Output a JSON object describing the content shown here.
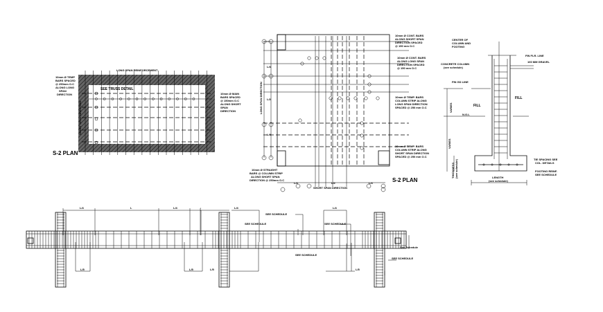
{
  "plan_left": {
    "title": "S-2 PLAN",
    "top_note": "LONG SPAN REINFORCEMENT",
    "truss_note": "SEE TRUSS DETAIL",
    "left_note": [
      "10mm Ø TEMP",
      "BARS SPACED",
      "@ 250mm O.C",
      "ALONG LONG",
      "SPAN",
      "DIRECTION"
    ],
    "right_note": [
      "10mm Ø MAIN",
      "BARS SPACED",
      "@ 150mm O.C",
      "ALONG SHORT",
      "SPAN",
      "DIRECTION"
    ],
    "side_note": "SHORT SPAN DIRECTION"
  },
  "plan_right": {
    "title": "S-2 PLAN",
    "notes": [
      [
        "10mm Ø CONT. BARS",
        "ALONG SHORT SPAN",
        "DIRECTION SPACED",
        "@ 150 mm O.C"
      ],
      [
        "10mm Ø CONT. BARS",
        "ALONG LONG SPAN",
        "DIRECTION SPACED",
        "@ 150 mm O.C"
      ],
      [
        "10mm Ø TEMP. BARS",
        "COLUMN STRIP ALONG",
        "LONG SPAN DIRECTION",
        "SPACED @ 250 mm O.C"
      ],
      [
        "10mm Ø TEMP. BARS",
        "COLUMN STRIP ALONG",
        "SHORT SPAN DIRECTION",
        "SPACED @ 250 mm O.C"
      ]
    ],
    "bottom_note": [
      "10mm Ø STRAIGHT",
      "BARS @ COLUMN STRIP",
      "ALONG SHORT SPAN",
      "DIRECTION @ 250mm O.C"
    ],
    "left_dim_labels": [
      "L/4",
      "L/2",
      "L/4"
    ],
    "bottom_dim_labels": [
      "L/4",
      "L/2",
      "L/4"
    ],
    "left_axis": "LONG SPAN DIRECTION",
    "bottom_axis": "SHORT SPAN DIRECTION"
  },
  "section": {
    "center_note": [
      "CENTER OF",
      "COLUMN AND",
      "FOOTING"
    ],
    "column_note": [
      "CONCRETE COLUMN",
      "(see schedule)"
    ],
    "fin_flr": "FIN FLR. LINE",
    "gravel": "100 MM GRAVEL",
    "fin_gd": "FIN GD LINE",
    "fill_right": "FILL",
    "fill_left": "FILL",
    "ngl": "N.G.L",
    "varies_top": "VARIES",
    "varies_bottom": "VARIES",
    "thickness": [
      "THICKNESS",
      "(see schedule)"
    ],
    "tie_note": [
      "TIE SPACING SEE",
      "COL. DETAILS"
    ],
    "footing_note": [
      "FOOTING REINF.",
      "SEE SCHEDULE"
    ],
    "length": [
      "LENGTH",
      "(see schedule)"
    ]
  },
  "beam": {
    "top_dims": [
      "L/4",
      "L",
      "L/4",
      "L/4",
      "L/4"
    ],
    "bottom_dims": [
      "L/5",
      "L/5",
      "L/5",
      "L/5"
    ],
    "schedule_notes": [
      "SEE SCHEDULE",
      "SEE SCHEDULE",
      "SEE SCHEDULE",
      "SEE SCHEDULE",
      "See Schedule",
      "SEE SCHEDULE"
    ]
  }
}
